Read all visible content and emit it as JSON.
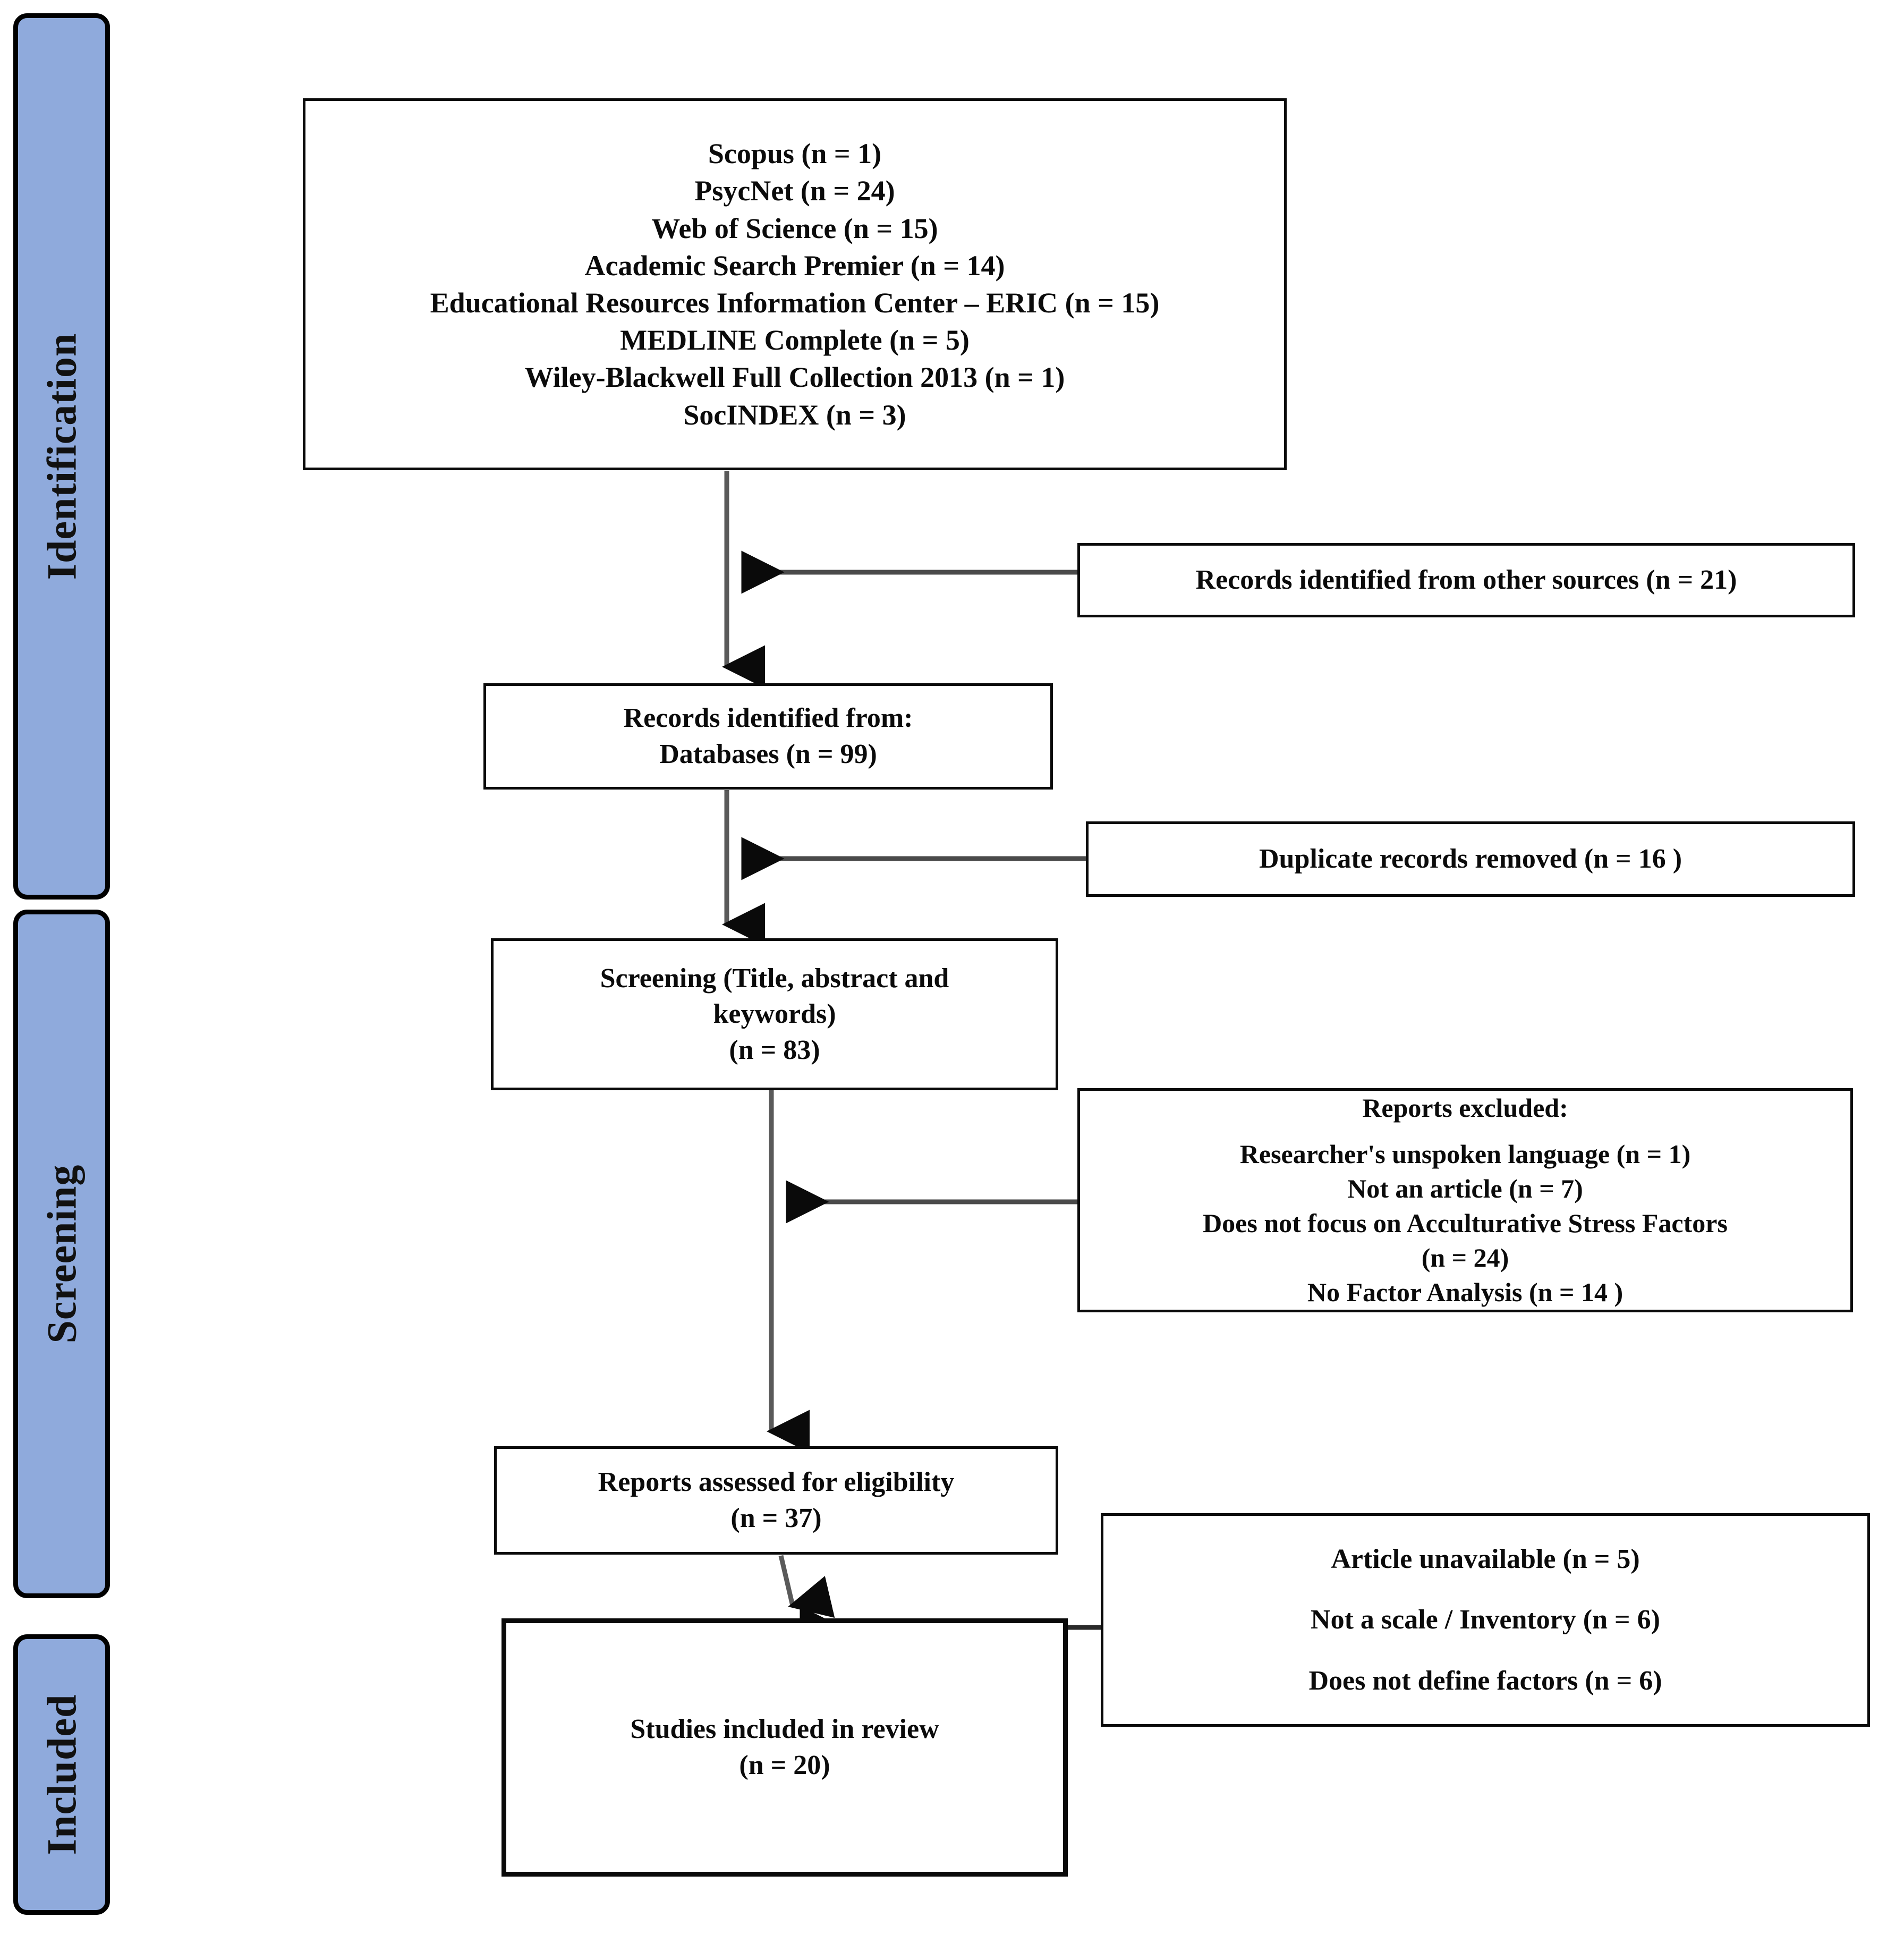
{
  "diagram": {
    "title": "PRISMA flow diagram",
    "accent_color": "#8FAADC",
    "line_color": "#0a0a0a"
  },
  "phases": [
    {
      "id": "identification",
      "label": "Identification"
    },
    {
      "id": "screening",
      "label": "Screening"
    },
    {
      "id": "included",
      "label": "Included"
    }
  ],
  "nodes": {
    "sources": {
      "name": "database-sources-box",
      "lines": [
        "Scopus (n = 1)",
        "PsycNet (n = 24)",
        "Web of Science (n = 15)",
        "Academic Search Premier (n = 14)",
        "Educational Resources Information Center – ERIC (n = 15)",
        "MEDLINE Complete (n = 5)",
        "Wiley-Blackwell Full Collection 2013 (n = 1)",
        "SocINDEX (n = 3)"
      ]
    },
    "other_sources": {
      "name": "other-sources-box",
      "lines": [
        "Records identified from other sources (n = 21)"
      ]
    },
    "databases": {
      "name": "records-identified-box",
      "lines": [
        "Records identified from:",
        "Databases (n = 99)"
      ]
    },
    "duplicates": {
      "name": "duplicates-removed-box",
      "lines": [
        "Duplicate records removed  (n = 16 )"
      ]
    },
    "screening": {
      "name": "screening-box",
      "lines": [
        "Screening (Title, abstract and",
        "keywords)",
        "(n = 83)"
      ]
    },
    "reports_excluded": {
      "name": "reports-excluded-box",
      "heading": "Reports excluded:",
      "lines": [
        "Researcher's unspoken language (n =  1)",
        "Not an article (n =  7)",
        "Does not focus on Acculturative Stress Factors",
        "(n =  24)",
        "No Factor Analysis (n = 14 )"
      ]
    },
    "eligibility": {
      "name": "eligibility-box",
      "lines": [
        "Reports assessed for eligibility",
        "(n =  37)"
      ]
    },
    "eligibility_excluded": {
      "name": "eligibility-excluded-box",
      "lines": [
        "Article unavailable (n =  5)",
        "Not a scale / Inventory (n = 6)",
        "Does not define factors (n = 6)"
      ]
    },
    "included": {
      "name": "studies-included-box",
      "lines": [
        "Studies included in review",
        "(n = 20)"
      ]
    }
  },
  "chart_data": {
    "type": "diagram",
    "title": "PRISMA flow diagram",
    "flow": [
      {
        "stage": "Identification",
        "label": "Scopus",
        "n": 1
      },
      {
        "stage": "Identification",
        "label": "PsycNet",
        "n": 24
      },
      {
        "stage": "Identification",
        "label": "Web of Science",
        "n": 15
      },
      {
        "stage": "Identification",
        "label": "Academic Search Premier",
        "n": 14
      },
      {
        "stage": "Identification",
        "label": "Educational Resources Information Center – ERIC",
        "n": 15
      },
      {
        "stage": "Identification",
        "label": "MEDLINE Complete",
        "n": 5
      },
      {
        "stage": "Identification",
        "label": "Wiley-Blackwell Full Collection 2013",
        "n": 1
      },
      {
        "stage": "Identification",
        "label": "SocINDEX",
        "n": 3
      },
      {
        "stage": "Identification",
        "label": "Records identified from other sources",
        "n": 21
      },
      {
        "stage": "Identification",
        "label": "Records identified from: Databases",
        "n": 99
      },
      {
        "stage": "Identification",
        "label": "Duplicate records removed",
        "n": 16
      },
      {
        "stage": "Screening",
        "label": "Screening (Title, abstract and keywords)",
        "n": 83
      },
      {
        "stage": "Screening",
        "label": "Excluded: Researcher's unspoken language",
        "n": 1
      },
      {
        "stage": "Screening",
        "label": "Excluded: Not an article",
        "n": 7
      },
      {
        "stage": "Screening",
        "label": "Excluded: Does not focus on Acculturative Stress Factors",
        "n": 24
      },
      {
        "stage": "Screening",
        "label": "Excluded: No Factor Analysis",
        "n": 14
      },
      {
        "stage": "Screening",
        "label": "Reports assessed for eligibility",
        "n": 37
      },
      {
        "stage": "Screening",
        "label": "Excluded: Article unavailable",
        "n": 5
      },
      {
        "stage": "Screening",
        "label": "Excluded: Not a scale / Inventory",
        "n": 6
      },
      {
        "stage": "Screening",
        "label": "Excluded: Does not define factors",
        "n": 6
      },
      {
        "stage": "Included",
        "label": "Studies included in review",
        "n": 20
      }
    ]
  }
}
